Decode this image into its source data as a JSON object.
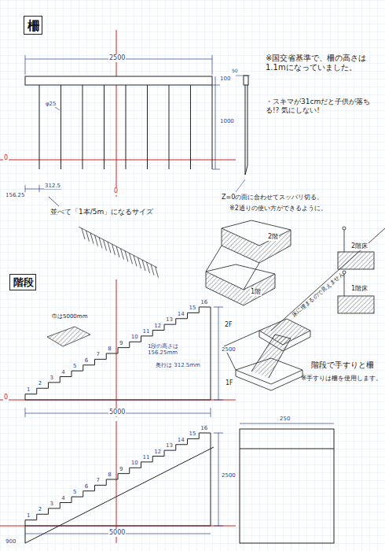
{
  "diagram": {
    "nodes": [
      {
        "text": [
          "柵"
        ]
      },
      {
        "text": [
          "階段"
        ]
      }
    ],
    "labels": [
      "2500",
      "100",
      "1000",
      "φ25",
      "312.5",
      "156.25",
      "0",
      "0",
      "50",
      "※国交省基準で、柵の高さは 1.1mになっていました。",
      "・スキマが31cmだと子供が落ちる!? 気にしない!",
      "並べて「1本/5m」になるサイズ",
      "Z=0の面に合わせてスッパリ切る。",
      "※2通りの使い方ができるように。",
      "2階",
      "1階",
      "2階床",
      "1階床",
      "床に埋まるので見えません",
      "2F",
      "1F",
      "階段で手すりと柵",
      "※手すりは柵を使用します。",
      "巾は5000mm",
      "1段の高さは 156.25mm",
      "奥行は 312.5mm",
      "2500",
      "5000",
      "0",
      "2500",
      "5000",
      "900",
      "250",
      "1",
      "2",
      "3",
      "4",
      "5",
      "6",
      "7",
      "8",
      "9",
      "10",
      "11",
      "12",
      "13",
      "14",
      "15",
      "16",
      "1",
      "2",
      "3",
      "4",
      "5",
      "6",
      "7",
      "8",
      "9",
      "10",
      "11",
      "12",
      "13",
      "14",
      "15",
      "16"
    ]
  }
}
